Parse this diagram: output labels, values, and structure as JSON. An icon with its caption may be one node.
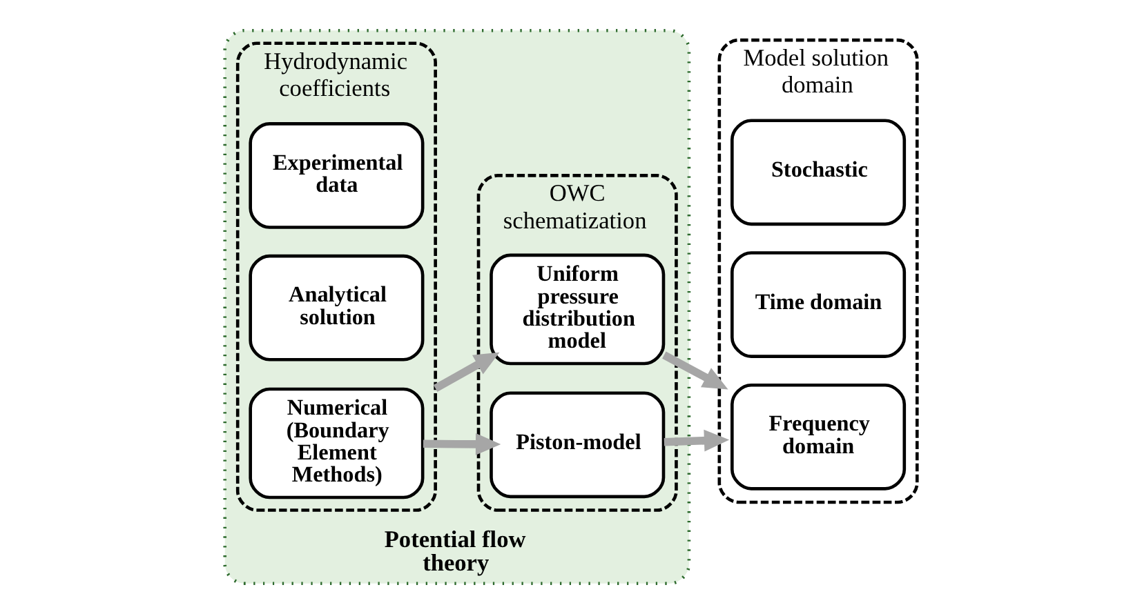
{
  "diagram": {
    "nodes": [
      {
        "text": [
          "Potential flow theory"
        ]
      },
      {
        "text": [
          "Hydrodynamic coefficients"
        ],
        "in": 0
      },
      {
        "text": [
          "Numerical (Boundary Element Methods)"
        ],
        "in": 1
      },
      {
        "text": [
          "Analytical solution"
        ],
        "in": 1
      },
      {
        "text": [
          "Experimental data"
        ],
        "in": 1
      },
      {
        "text": [
          "OWC schematization"
        ],
        "in": 0
      },
      {
        "text": [
          "Piston-model"
        ],
        "in": 5
      },
      {
        "text": [
          "Uniform pressure distribution model"
        ],
        "in": 5
      },
      {
        "text": [
          "Model solution domain"
        ]
      },
      {
        "text": [
          "Frequency domain"
        ],
        "in": 8
      },
      {
        "text": [
          "Time domain"
        ],
        "in": 8
      },
      {
        "text": [
          "Stochastic"
        ],
        "in": 8
      }
    ],
    "edges": [
      {
        "from": 2,
        "to": 6,
        "arrow": "to"
      },
      {
        "from": 1,
        "to": 7,
        "arrow": "to"
      },
      {
        "from": 6,
        "to": 8,
        "arrow": "to"
      },
      {
        "from": 7,
        "to": 8,
        "arrow": "to"
      }
    ]
  }
}
